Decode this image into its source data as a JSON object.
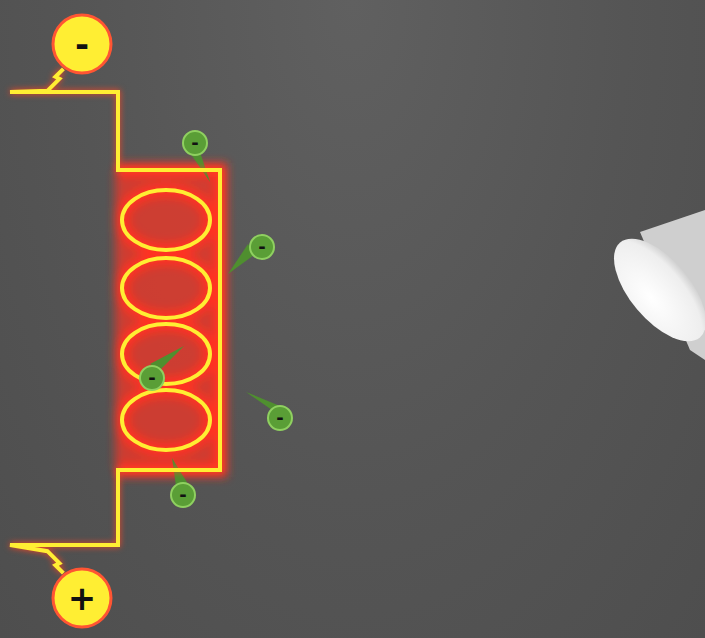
{
  "diagram": {
    "nodes": [
      {
        "text": [
          "-"
        ]
      },
      {
        "text": [
          "-"
        ]
      },
      {
        "text": [
          "-"
        ]
      },
      {
        "text": [
          "-"
        ]
      },
      {
        "text": [
          "-"
        ]
      },
      {
        "text": [
          "-"
        ]
      },
      {
        "text": [
          "+"
        ]
      }
    ],
    "edges": [
      {
        "from": 0,
        "to": 6,
        "arrow": "none"
      }
    ]
  }
}
